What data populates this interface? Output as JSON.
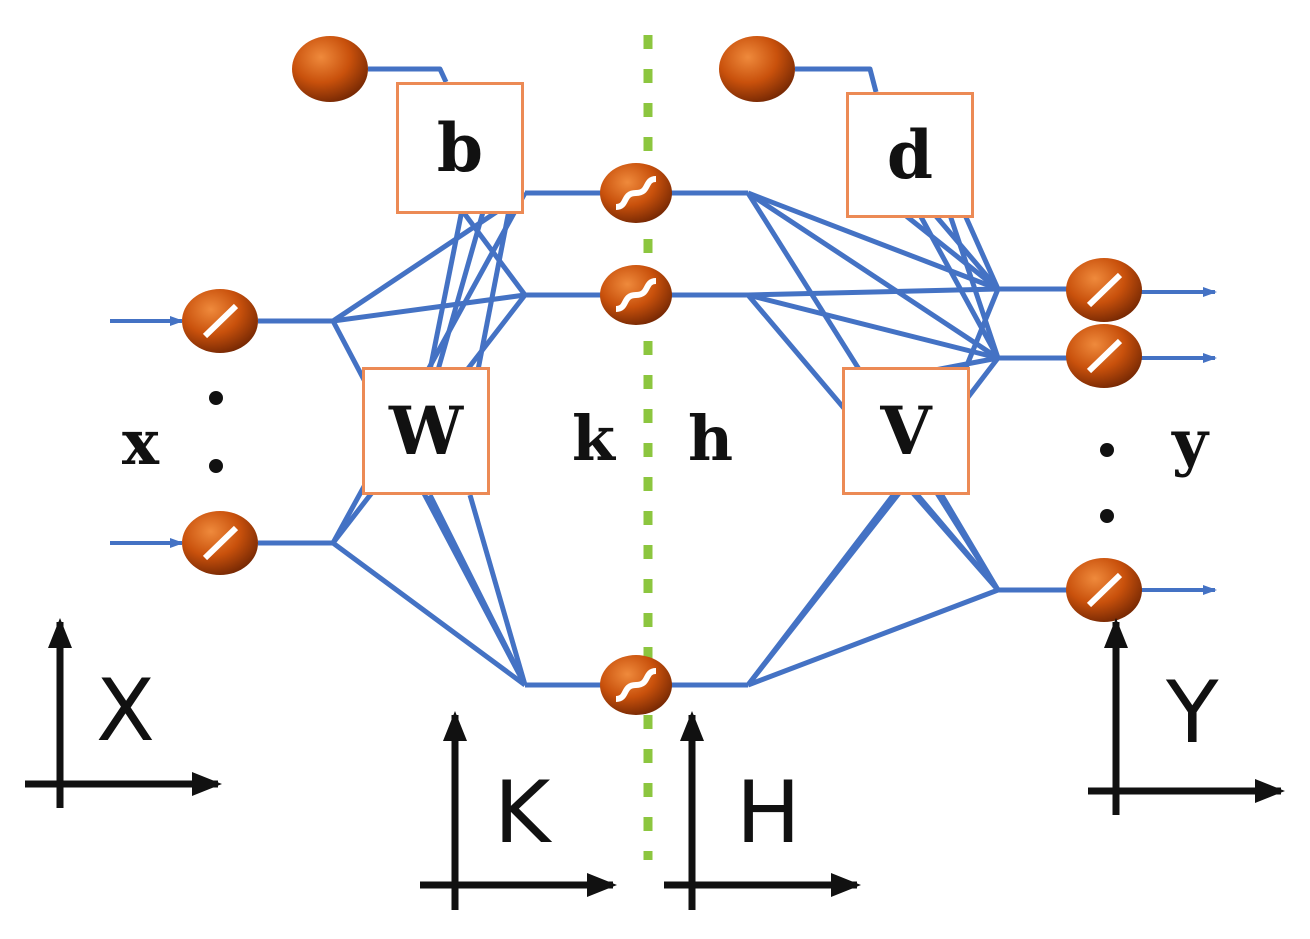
{
  "diagram": {
    "parameters": {
      "b": "b",
      "W": "W",
      "d": "d",
      "V": "V"
    },
    "layer_labels": {
      "input": "x",
      "hidden_left": "k",
      "hidden_right": "h",
      "output": "y"
    },
    "space_labels": {
      "input": "X",
      "hidden_left": "K",
      "hidden_right": "H",
      "output": "Y"
    }
  },
  "colors": {
    "edge": "#4472c4",
    "node": "#c9510c",
    "box_border": "#ec8a55",
    "divider": "#8cc63f",
    "axis": "#111111"
  }
}
